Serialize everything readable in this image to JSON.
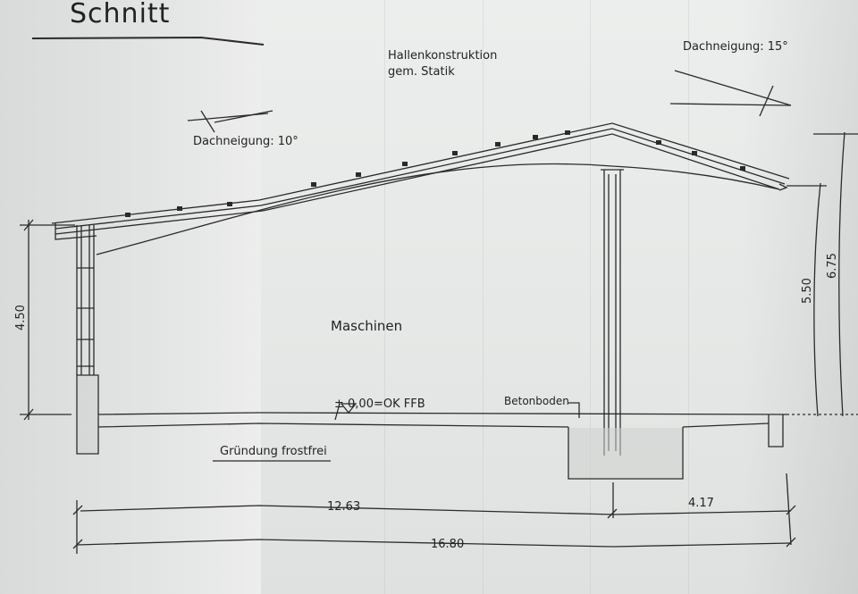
{
  "title": "Schnitt",
  "notes": {
    "construction_line1": "Hallenkonstruktion",
    "construction_line2": "gem. Statik",
    "roof_slope_left": "Dachneigung: 10°",
    "roof_slope_right": "Dachneigung: 15°",
    "room": "Maschinen",
    "floor_level": "± 0,00=OK FFB",
    "floor_type": "Betonboden",
    "foundation": "Gründung frostfrei"
  },
  "dimensions": {
    "span_left": "12.63",
    "span_right": "4.17",
    "total_length": "16.80",
    "height_left": "4.50",
    "height_right_inner": "5.50",
    "height_right_outer": "6.75"
  },
  "colors": {
    "line": "#2a2a2a",
    "concrete": "#cfd2d0",
    "paper": "#e4e6e5"
  }
}
